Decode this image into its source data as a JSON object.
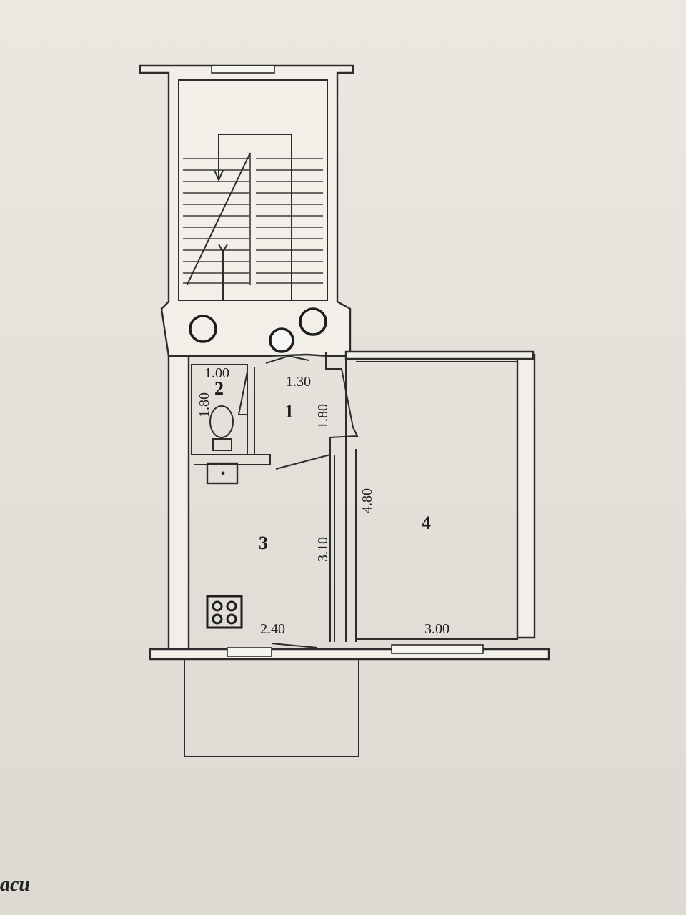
{
  "rooms": [
    {
      "number": "1"
    },
    {
      "number": "2"
    },
    {
      "number": "3"
    },
    {
      "number": "4"
    }
  ],
  "dimensions": {
    "room1_width": "1.30",
    "room1_length": "1.80",
    "room2_width": "1.00",
    "room2_length": "1.80",
    "room3_length": "3.10",
    "room3_width": "2.40",
    "room4_length": "4.80",
    "room4_width": "3.00"
  },
  "footer_text": "аси"
}
